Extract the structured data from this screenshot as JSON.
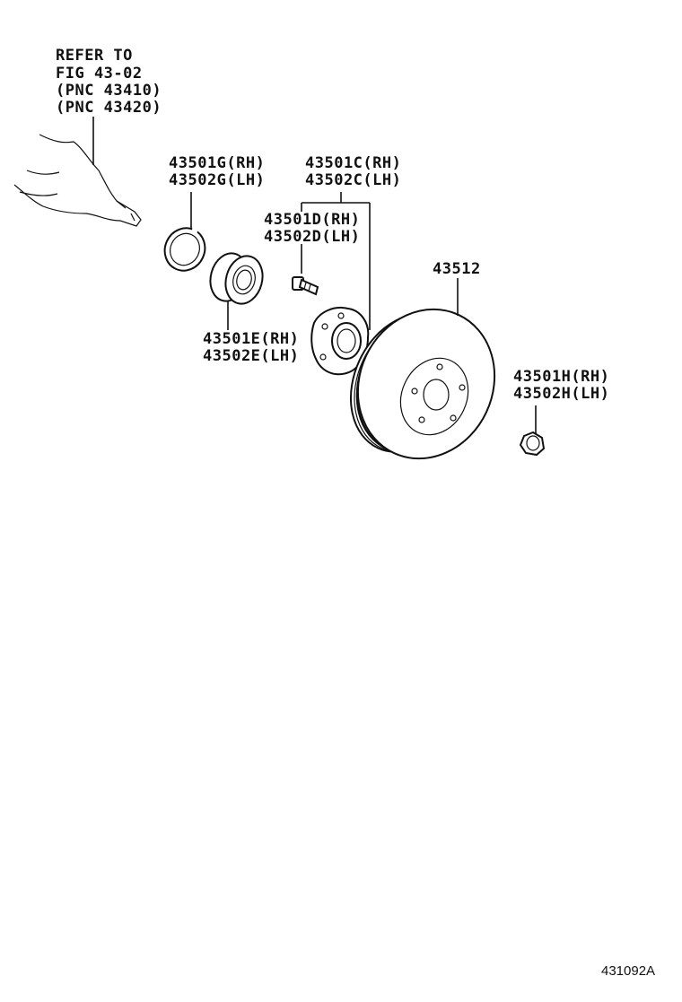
{
  "refer": {
    "line1": "REFER TO",
    "line2": "FIG 43-02",
    "line3": "(PNC 43410)",
    "line4": "(PNC 43420)"
  },
  "parts": {
    "snap_ring": {
      "rh": "43501G(RH)",
      "lh": "43502G(LH)"
    },
    "hub_assy": {
      "rh": "43501C(RH)",
      "lh": "43502C(LH)"
    },
    "hub_bolt": {
      "rh": "43501D(RH)",
      "lh": "43502D(LH)"
    },
    "bearing": {
      "rh": "43501E(RH)",
      "lh": "43502E(LH)"
    },
    "disc": {
      "label": "43512"
    },
    "nut": {
      "rh": "43501H(RH)",
      "lh": "43502H(LH)"
    }
  },
  "figure_id": "431092A"
}
